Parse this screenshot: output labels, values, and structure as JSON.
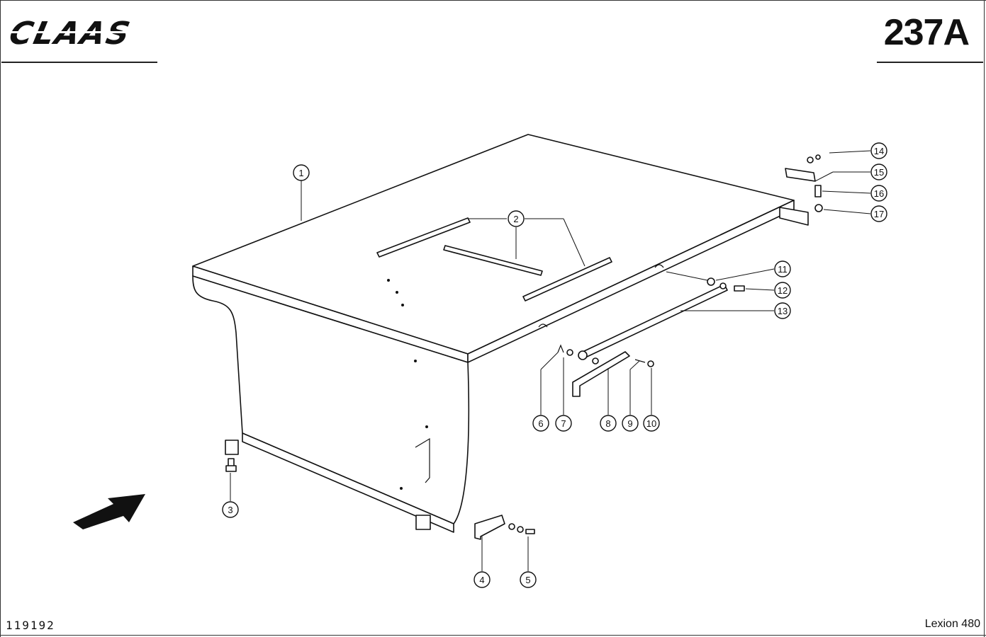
{
  "header": {
    "brand": "CLAAS",
    "page_number": "237A"
  },
  "footer": {
    "drawing_number": "119192",
    "model": "Lexion 480"
  },
  "callouts": [
    "1",
    "2",
    "3",
    "4",
    "5",
    "6",
    "7",
    "8",
    "9",
    "10",
    "11",
    "12",
    "13",
    "14",
    "15",
    "16",
    "17"
  ],
  "icons": {
    "logo": "claas-logo-icon",
    "direction": "travel-direction-arrow-icon"
  }
}
